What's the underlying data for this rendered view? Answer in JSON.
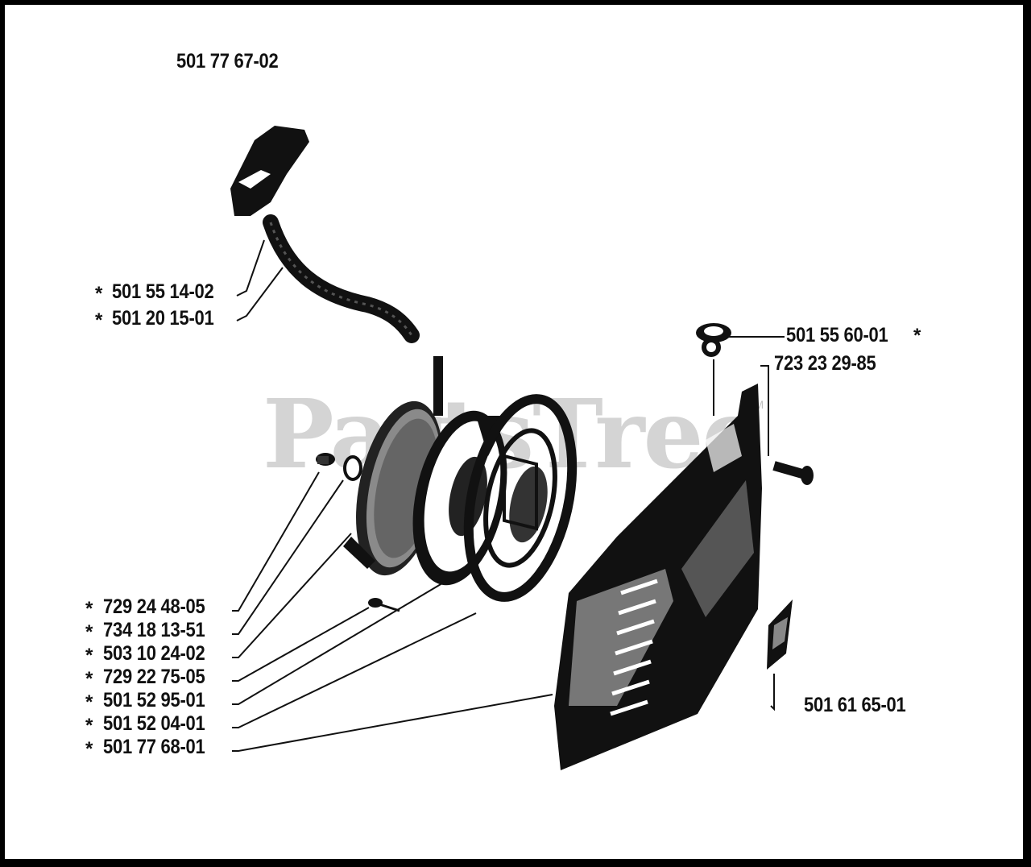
{
  "diagram": {
    "header_part": "501 77 67-02",
    "watermark": "PartsTree",
    "watermark_tm": "TM",
    "asterisk": "*",
    "labels": {
      "p_501_55_14_02": "501 55 14-02",
      "p_501_20_15_01": "501 20 15-01",
      "p_501_55_60_01": "501 55 60-01",
      "p_723_23_29_85": "723 23 29-85",
      "p_729_24_48_05": "729 24 48-05",
      "p_734_18_13_51": "734 18 13-51",
      "p_503_10_24_02": "503 10 24-02",
      "p_729_22_75_05": "729 22 75-05",
      "p_501_52_95_01": "501 52 95-01",
      "p_501_52_04_01": "501 52 04-01",
      "p_501_77_68_01": "501 77 68-01",
      "p_501_61_65_01": "501 61 65-01"
    }
  }
}
